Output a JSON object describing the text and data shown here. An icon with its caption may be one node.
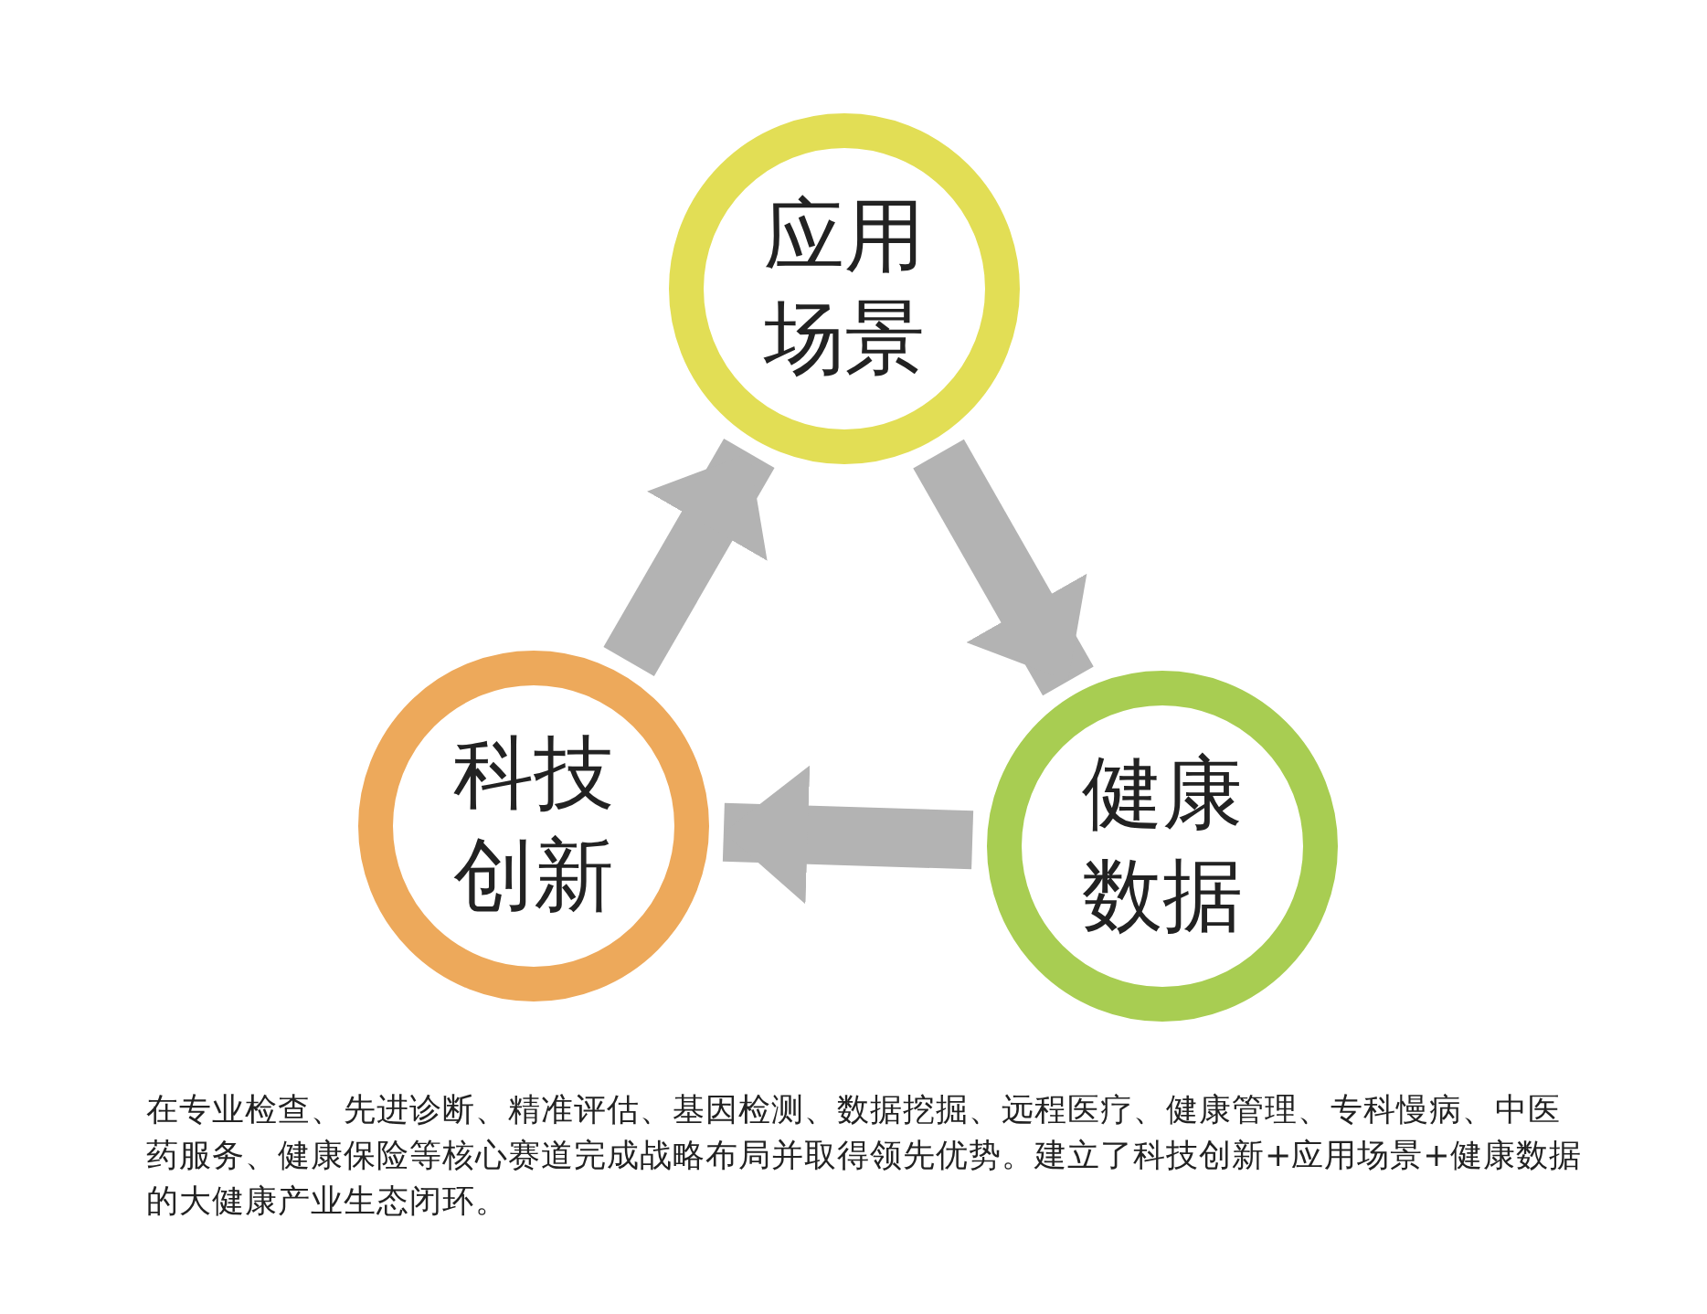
{
  "diagram": {
    "caption": "在专业检查、先进诊断、精准评估、基因检测、数据挖掘、远程医疗、健康管理、专科慢病、中医药服务、健康保险等核心赛道完成战略布局并取得领先优势。建立了科技创新+应用场景+健康数据的大健康产业生态闭环。",
    "nodes": [
      {
        "text": [
          "应用场景"
        ]
      },
      {
        "text": [
          "健康数据"
        ]
      },
      {
        "text": [
          "科技创新"
        ]
      }
    ],
    "edges": [
      {
        "from": 2,
        "to": 0,
        "arrow": "to"
      },
      {
        "from": 0,
        "to": 1,
        "arrow": "to"
      },
      {
        "from": 1,
        "to": 2,
        "arrow": "to"
      }
    ]
  }
}
